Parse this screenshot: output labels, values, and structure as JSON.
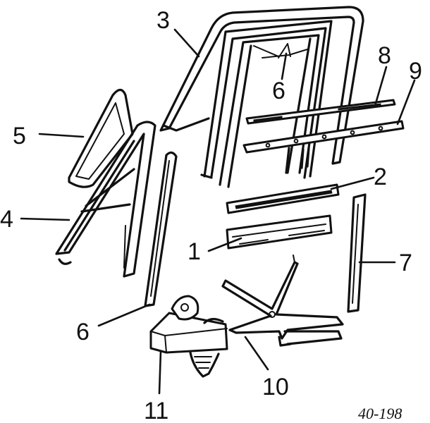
{
  "callouts": {
    "c1": "1",
    "c2": "2",
    "c3": "3",
    "c4": "4",
    "c5": "5",
    "c6_top": "6",
    "c6_bottom": "6",
    "c7": "7",
    "c8": "8",
    "c9": "9",
    "c10": "10",
    "c11": "11"
  },
  "reference_code": "40-198",
  "colors": {
    "ink": "#111111",
    "paper": "#ffffff"
  }
}
